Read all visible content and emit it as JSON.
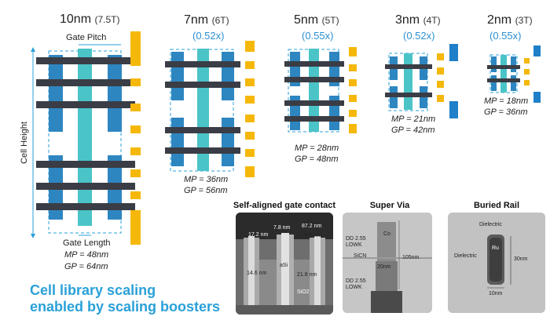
{
  "nodes": [
    {
      "node": "10nm",
      "tracks": "(7.5T)",
      "scale": "",
      "mp": "MP = 48nm",
      "gp": "GP = 64nm"
    },
    {
      "node": "7nm",
      "tracks": "(6T)",
      "scale": "(0.52x)",
      "mp": "MP = 36nm",
      "gp": "GP = 56nm"
    },
    {
      "node": "5nm",
      "tracks": "(5T)",
      "scale": "(0.55x)",
      "mp": "MP = 28nm",
      "gp": "GP = 48nm"
    },
    {
      "node": "3nm",
      "tracks": "(4T)",
      "scale": "(0.52x)",
      "mp": "MP = 21nm",
      "gp": "GP = 42nm"
    },
    {
      "node": "2nm",
      "tracks": "(3T)",
      "scale": "(0.55x)",
      "mp": "MP = 18nm",
      "gp": "GP = 36nm"
    }
  ],
  "labels": {
    "gate_pitch": "Gate Pitch",
    "cell_height": "Cell Height",
    "gate_length": "Gate Length"
  },
  "tagline": {
    "line1": "Cell library scaling",
    "line2": "enabled by scaling boosters"
  },
  "boosters": [
    {
      "title": "Self-aligned gate contact",
      "annotations": {
        "a": "7.8 nm",
        "b": "17.2 nm",
        "c": "87.2 nm",
        "d": "5.8 nm",
        "e": "14.6 nm",
        "f": "aSi",
        "g": "21.8 nm",
        "h": "SiO2"
      }
    },
    {
      "title": "Super Via",
      "annotations": {
        "a": "DD 2.55",
        "b": "LOWK",
        "c": "Co",
        "d": "SiCN",
        "e": "20nm",
        "f": "105nm",
        "g": "DD 2.55",
        "h": "LOWK"
      }
    },
    {
      "title": "Buried Rail",
      "annotations": {
        "a": "Dielectric",
        "b": "Dielectric",
        "c": "Ru",
        "d": "30nm",
        "e": "10nm"
      }
    }
  ],
  "colors": {
    "teal": "#4bc4c8",
    "blue_fin": "#2e86c1",
    "dark_bar": "#3a3d45",
    "yellow": "#f5b80a",
    "blue_rail": "#1f7fc8",
    "accent_text": "#2c8fd0"
  }
}
